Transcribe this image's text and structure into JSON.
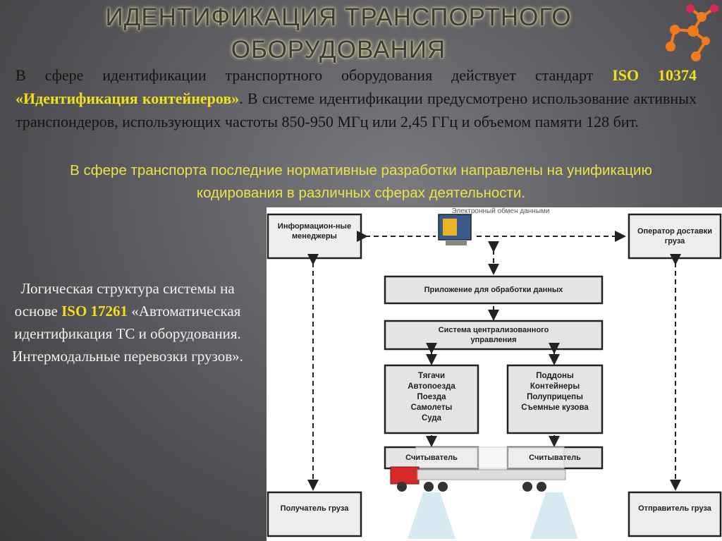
{
  "slide": {
    "title": "ИДЕНТИФИКАЦИЯ ТРАНСПОРТНОГО ОБОРУДОВАНИЯ",
    "para1_a": "В сфере идентификации транспортного оборудования действует стандарт ",
    "para1_iso": "ISO 10374 «Идентификация контейнеров»",
    "para1_b": ". В системе идентификации предусмотрено использование активных транспондеров, использующих частоты 850-950 МГц или 2,45 ГГц и объемом памяти 128 бит.",
    "para2": "В сфере транспорта последние нормативные разработки направлены на унификацию кодирования в различных сферах деятельности.",
    "caption_a": "Логическая структура системы на основе ",
    "caption_iso": "ISO 17261",
    "caption_b": " «Автоматическая идентификация ТС и оборудования. Интермодальные перевозки грузов».",
    "colors": {
      "accent_yellow": "#f2df1c",
      "logo_orange": "#f07b1e",
      "logo_magenta": "#d8285a"
    }
  },
  "diagram": {
    "top_caption": "Электронный обмен данными",
    "boxes": {
      "info_managers": "Информацион-ные менеджеры",
      "operator": "Оператор доставки груза",
      "app": "Приложение для обработки данных",
      "central": "Система централизованного управления",
      "vehicles": "Тягачи Автопоезда Поезда Самолеты Суда",
      "containers": "Поддоны Контейнеры Полуприцепы Съемные кузова",
      "reader_left": "Считыватель",
      "reader_right": "Считыватель",
      "receiver": "Получатель груза",
      "sender": "Отправитель груза"
    }
  }
}
